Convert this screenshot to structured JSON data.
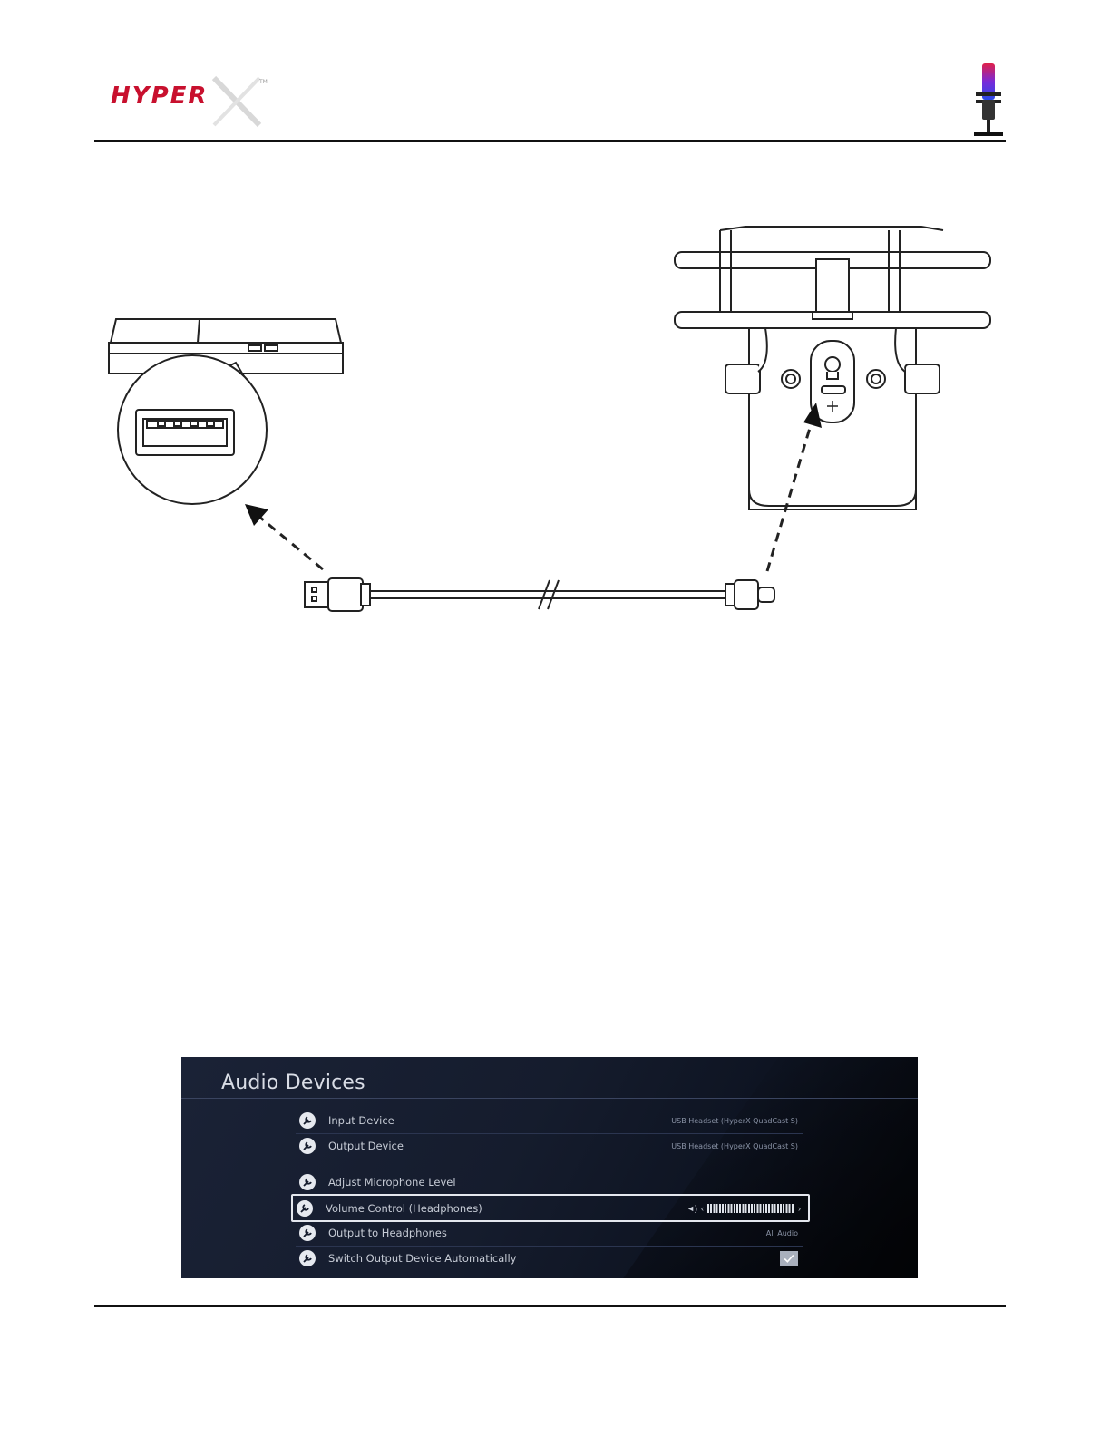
{
  "header": {
    "logo_text": "HYPER X",
    "logo_color": "#c8102e"
  },
  "audio_devices": {
    "title": "Audio Devices",
    "rows": [
      {
        "label": "Input Device",
        "value": "USB Headset (HyperX QuadCast S)"
      },
      {
        "label": "Output Device",
        "value": "USB Headset (HyperX QuadCast S)"
      },
      {
        "label": "Adjust Microphone Level",
        "value": ""
      },
      {
        "label": "Volume Control (Headphones)",
        "value": ""
      },
      {
        "label": "Output to Headphones",
        "value": "All Audio"
      },
      {
        "label": "Switch Output Device Automatically",
        "value": ""
      }
    ],
    "volume_level": 1.0,
    "auto_switch_checked": true
  },
  "colors": {
    "panel_bg": "#151c2d",
    "panel_text": "#c7ccd6",
    "rule": "#111111"
  }
}
